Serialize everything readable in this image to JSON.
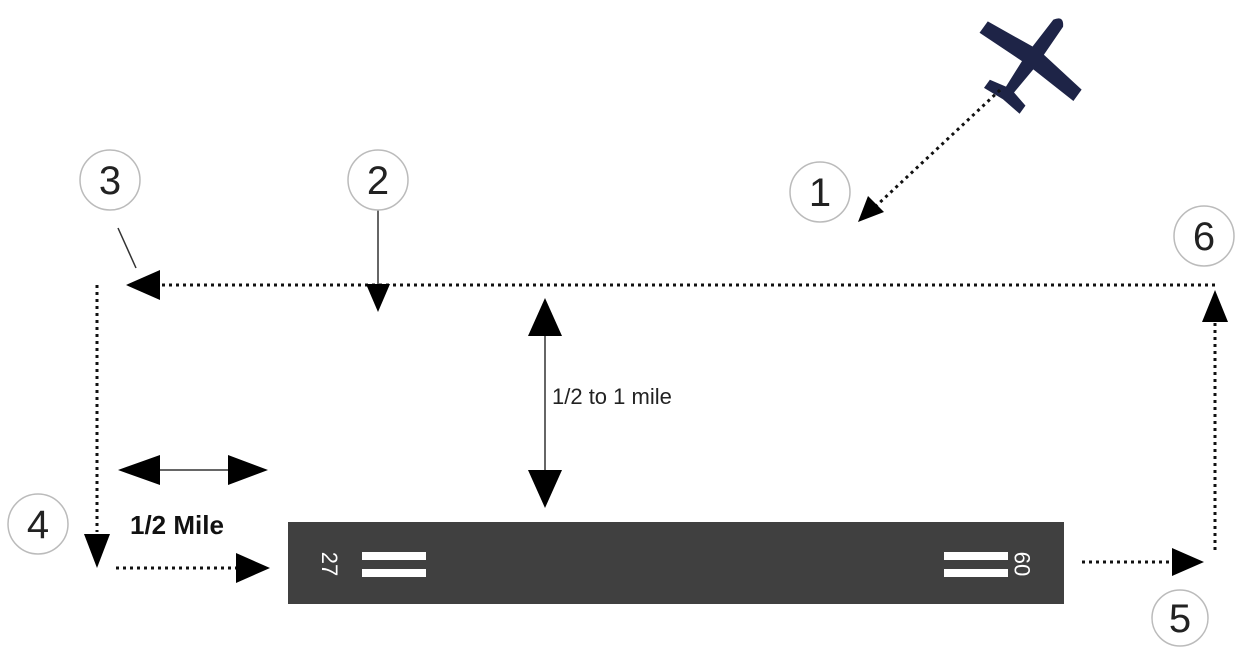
{
  "steps": [
    {
      "number": "1"
    },
    {
      "number": "2"
    },
    {
      "number": "3"
    },
    {
      "number": "4"
    },
    {
      "number": "5"
    },
    {
      "number": "6"
    }
  ],
  "labels": {
    "pattern_distance": "1/2 to 1 mile",
    "half_mile": "1/2 Mile"
  },
  "runway": {
    "left_number": "27",
    "right_number": "09"
  },
  "colors": {
    "runway": "#404040",
    "airplane": "#1e2447"
  }
}
